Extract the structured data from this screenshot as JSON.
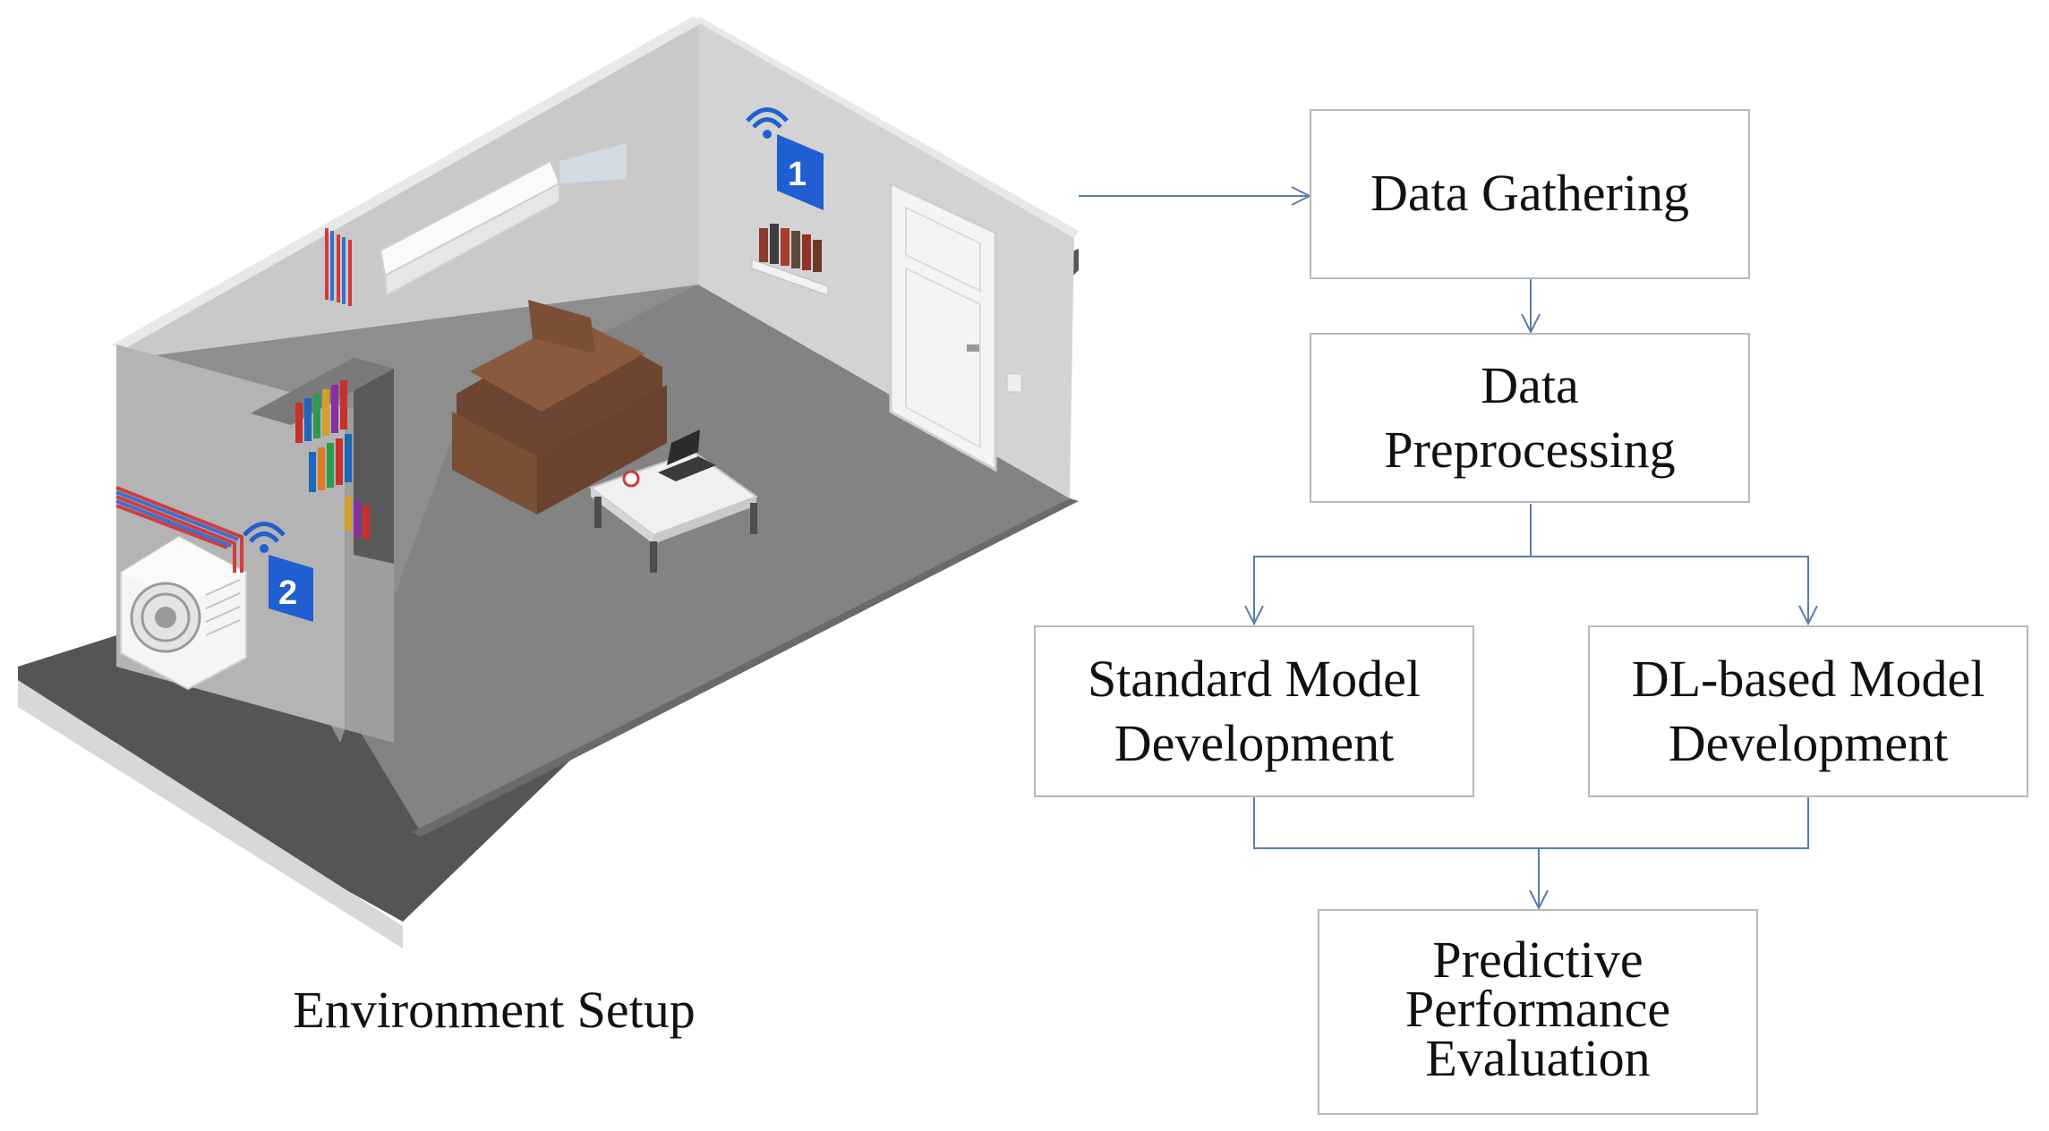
{
  "caption": "Environment Setup",
  "sensors": [
    {
      "label": "1"
    },
    {
      "label": "2"
    }
  ],
  "flow": {
    "data_gathering": [
      "Data Gathering"
    ],
    "data_preprocessing": [
      "Data",
      "Preprocessing"
    ],
    "standard_model": [
      "Standard Model",
      "Development"
    ],
    "dl_model": [
      "DL-based Model",
      "Development"
    ],
    "evaluation": [
      "Predictive",
      "Performance",
      "Evaluation"
    ]
  },
  "colors": {
    "box_border": "#b9b9b9",
    "arrow": "#5a7fa8",
    "badge": "#1f5fd1",
    "wall": "#c6c6c6",
    "floor": "#7e7e7e",
    "sofa": "#7b4f36"
  }
}
